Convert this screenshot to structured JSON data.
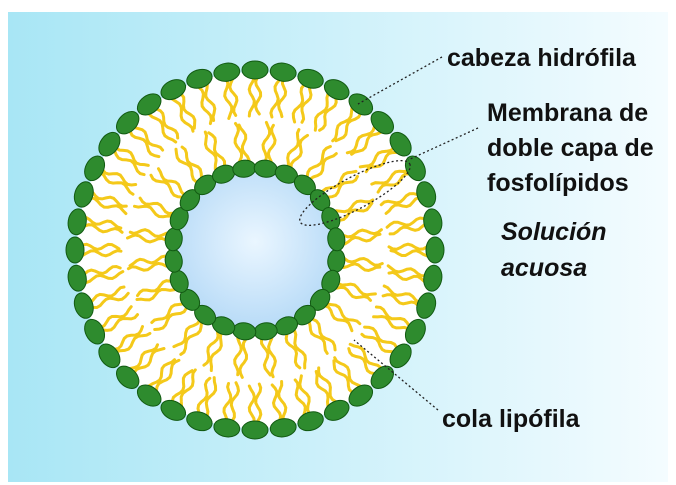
{
  "labels": {
    "head": "cabeza hidrófila",
    "membrane_line1": "Membrana de",
    "membrane_line2": "doble capa de",
    "membrane_line3": "fosfolípidos",
    "solution_line1": "Solución",
    "solution_line2": "acuosa",
    "tail": "cola lipófila"
  },
  "colors": {
    "background_left": "#a8e6f5",
    "background_right": "#f4fcff",
    "head_fill": "#2e8b2e",
    "head_stroke": "#125a12",
    "tail": "#f4c91a",
    "interior": "#d2e9fa",
    "label_text": "#111111"
  },
  "structure": {
    "type": "liposome",
    "outer_head_count": 40,
    "inner_head_count": 24
  }
}
